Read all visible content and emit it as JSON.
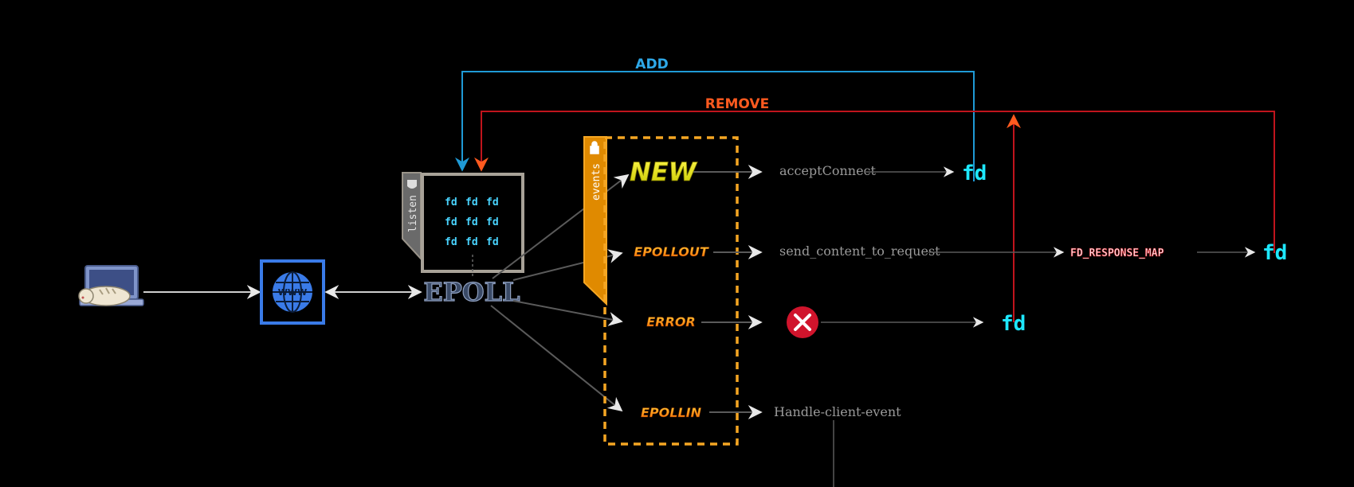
{
  "flow": {
    "add_label": "ADD",
    "remove_label": "REMOVE",
    "listen_label": "listen",
    "events_label": "events",
    "epoll_label": "EPOLL",
    "fd_label": "fd",
    "events": {
      "new": "NEW",
      "epollout": "EPOLLOUT",
      "error": "ERROR",
      "epollin": "EPOLLIN"
    },
    "handlers": {
      "accept": "acceptConnect",
      "send": "send_content_to_request",
      "client": "Handle-client-event"
    },
    "response_map": "FD_RESPONSE_MAP",
    "www_label": "WWW"
  },
  "colors": {
    "add": "#1f9ad6",
    "remove": "#c0141c",
    "remove_text": "#ff5a1f",
    "events_border": "#f5a623",
    "fd": "#1ee8ff",
    "www_border": "#3a7be8",
    "error": "#d0142c"
  }
}
